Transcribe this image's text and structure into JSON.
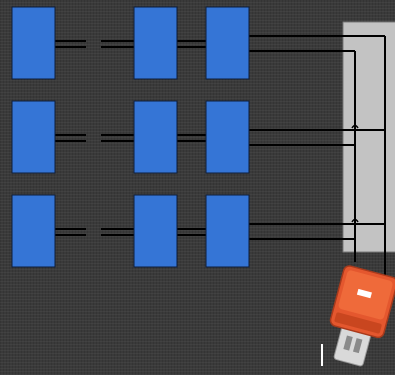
{
  "diagram": {
    "strings": [
      {
        "modules": 3
      },
      {
        "modules": 3
      },
      {
        "modules": 3
      }
    ],
    "colors": {
      "panel_fill": "#3575d6",
      "panel_stroke": "#0d1d3a",
      "wire": "#000000",
      "combiner_box_fill": "#c3c3c3",
      "combiner_box_stroke": "#7a7a7a",
      "inverter_body": "#e4572e",
      "inverter_face": "#ef6a3a",
      "inverter_base": "#d9d9d9",
      "background": "#3a3a3a"
    },
    "icons": {
      "module": "solar-panel-icon",
      "inverter": "inverter-icon",
      "gap": "wire-gap-icon"
    }
  }
}
